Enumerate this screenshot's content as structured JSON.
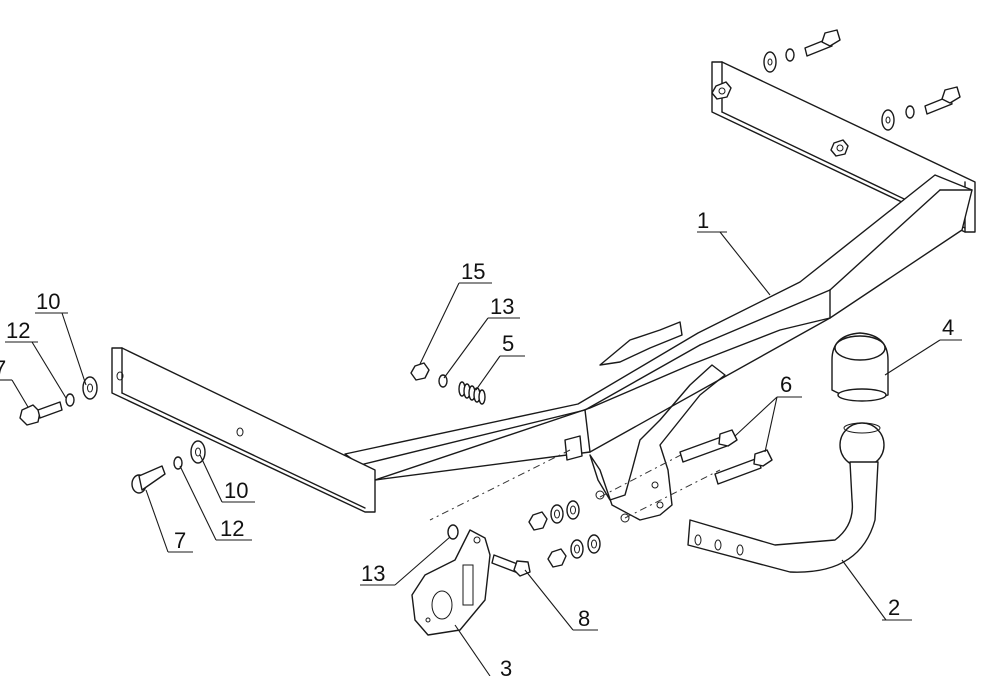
{
  "callouts": [
    {
      "id": "c1",
      "text": "1"
    },
    {
      "id": "c2",
      "text": "2"
    },
    {
      "id": "c3",
      "text": "3"
    },
    {
      "id": "c4",
      "text": "4"
    },
    {
      "id": "c5",
      "text": "5"
    },
    {
      "id": "c6",
      "text": "6"
    },
    {
      "id": "c7a",
      "text": "7"
    },
    {
      "id": "c7b",
      "text": "7"
    },
    {
      "id": "c8",
      "text": "8"
    },
    {
      "id": "c10a",
      "text": "10"
    },
    {
      "id": "c10b",
      "text": "10"
    },
    {
      "id": "c12a",
      "text": "12"
    },
    {
      "id": "c12b",
      "text": "12"
    },
    {
      "id": "c13a",
      "text": "13"
    },
    {
      "id": "c13b",
      "text": "13"
    },
    {
      "id": "c15",
      "text": "15"
    }
  ]
}
